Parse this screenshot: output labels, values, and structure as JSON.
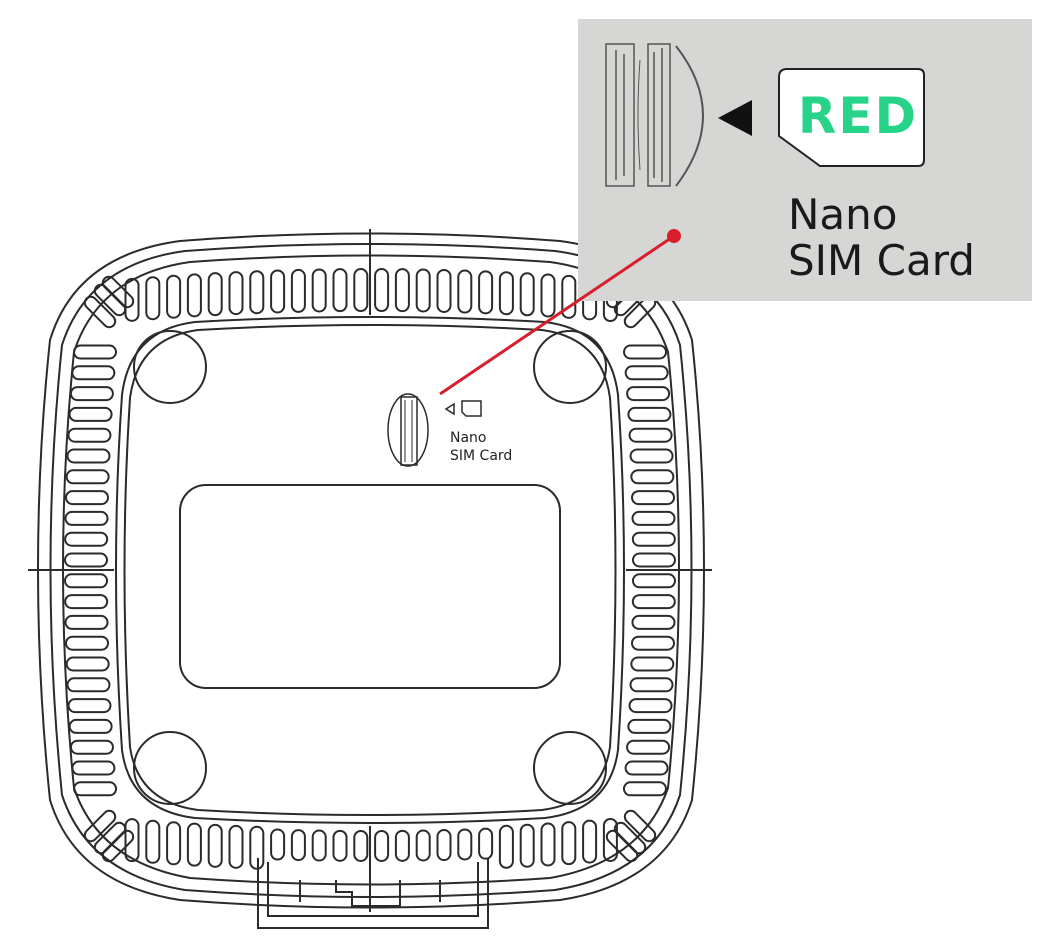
{
  "device_label": {
    "line1": "Nano",
    "line2": "SIM Card"
  },
  "callout": {
    "line1": "Nano",
    "line2": "SIM Card",
    "sim_brand_text": "RED"
  },
  "colors": {
    "callout_background": "#d6d7d5",
    "leader_line": "#d81e2c",
    "sim_logo": "#27d389",
    "device_outline": "#2b2b2b"
  }
}
